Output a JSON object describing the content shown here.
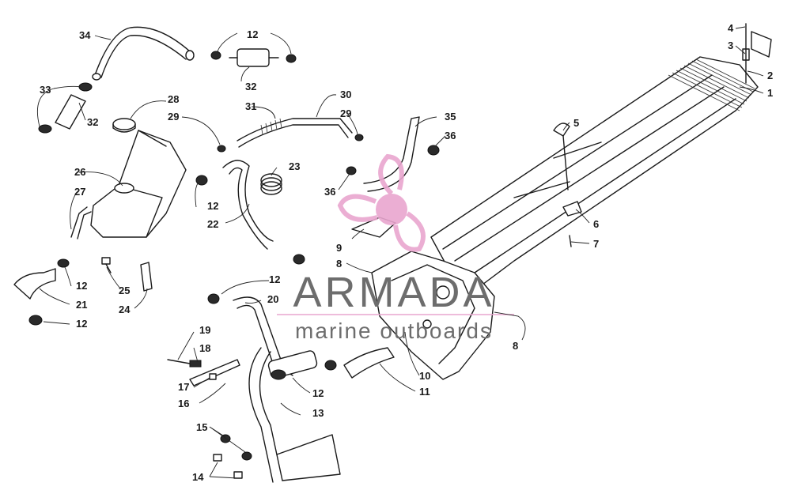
{
  "callouts": [
    {
      "n": "1"
    },
    {
      "n": "2"
    },
    {
      "n": "3"
    },
    {
      "n": "4"
    },
    {
      "n": "5"
    },
    {
      "n": "6"
    },
    {
      "n": "7"
    },
    {
      "n": "8"
    },
    {
      "n": "8"
    },
    {
      "n": "9"
    },
    {
      "n": "10"
    },
    {
      "n": "11"
    },
    {
      "n": "12"
    },
    {
      "n": "12"
    },
    {
      "n": "12"
    },
    {
      "n": "12"
    },
    {
      "n": "12"
    },
    {
      "n": "12"
    },
    {
      "n": "12"
    },
    {
      "n": "13"
    },
    {
      "n": "14"
    },
    {
      "n": "15"
    },
    {
      "n": "16"
    },
    {
      "n": "17"
    },
    {
      "n": "18"
    },
    {
      "n": "19"
    },
    {
      "n": "20"
    },
    {
      "n": "21"
    },
    {
      "n": "22"
    },
    {
      "n": "23"
    },
    {
      "n": "24"
    },
    {
      "n": "25"
    },
    {
      "n": "26"
    },
    {
      "n": "27"
    },
    {
      "n": "28"
    },
    {
      "n": "29"
    },
    {
      "n": "29"
    },
    {
      "n": "30"
    },
    {
      "n": "31"
    },
    {
      "n": "32"
    },
    {
      "n": "32"
    },
    {
      "n": "33"
    },
    {
      "n": "34"
    },
    {
      "n": "35"
    },
    {
      "n": "36"
    },
    {
      "n": "36"
    }
  ],
  "watermark": {
    "brand": "ARMADA",
    "tagline": "marine outboards",
    "logo_color": "#e9a6cf",
    "text_color": "#6d6d6d"
  },
  "colors": {
    "line": "#1a1a1a",
    "background": "#ffffff"
  }
}
